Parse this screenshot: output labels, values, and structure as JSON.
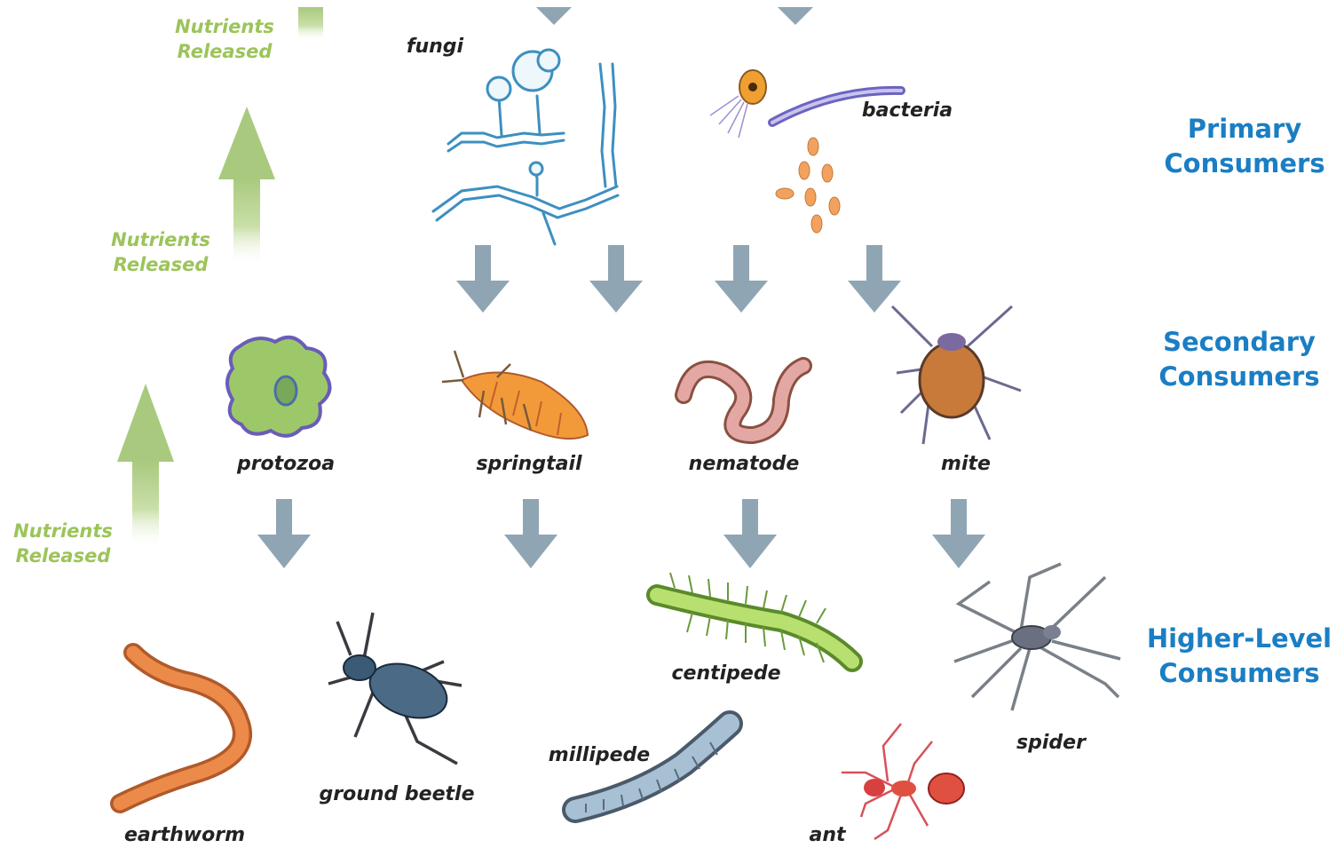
{
  "colors": {
    "flow_arrow": "#8fa5b4",
    "nutrient_arrow": "#a9c97e",
    "nutrient_text": "#9cc45a",
    "level_text": "#1a7ec4"
  },
  "nutrients": [
    {
      "line1": "Nutrients",
      "line2": "Released"
    },
    {
      "line1": "Nutrients",
      "line2": "Released"
    },
    {
      "line1": "Nutrients",
      "line2": "Released"
    }
  ],
  "levels": [
    {
      "line1": "Primary",
      "line2": "Consumers"
    },
    {
      "line1": "Secondary",
      "line2": "Consumers"
    },
    {
      "line1": "Higher-Level",
      "line2": "Consumers"
    }
  ],
  "organisms": {
    "fungi": "fungi",
    "bacteria": "bacteria",
    "protozoa": "protozoa",
    "springtail": "springtail",
    "nematode": "nematode",
    "mite": "mite",
    "centipede": "centipede",
    "spider": "spider",
    "millipede": "millipede",
    "ground_beetle": "ground beetle",
    "earthworm": "earthworm",
    "ant": "ant"
  }
}
